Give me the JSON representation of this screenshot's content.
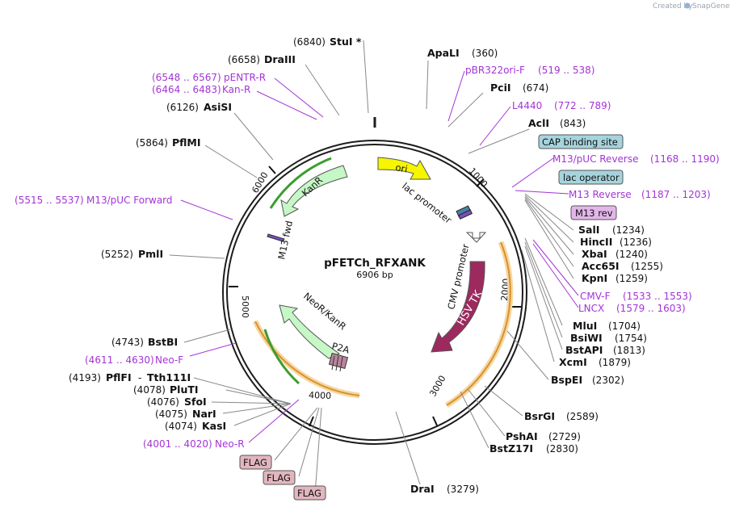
{
  "credit": "Created by",
  "brand": "SnapGene",
  "plasmid": {
    "name": "pFETCh_RFXANK",
    "size": "6906 bp",
    "length": 6906
  },
  "ticks": [
    "1000",
    "2000",
    "3000",
    "4000",
    "5000",
    "6000"
  ],
  "sites_right": [
    {
      "name": "ApaLI",
      "pos": "(360)"
    },
    {
      "name": "PciI",
      "pos": "(674)"
    },
    {
      "name": "AclI",
      "pos": "(843)"
    },
    {
      "name": "SalI",
      "pos": "(1234)"
    },
    {
      "name": "HincII",
      "pos": "(1236)"
    },
    {
      "name": "XbaI",
      "pos": "(1240)"
    },
    {
      "name": "Acc65I",
      "pos": "(1255)"
    },
    {
      "name": "KpnI",
      "pos": "(1259)"
    },
    {
      "name": "MluI",
      "pos": "(1704)"
    },
    {
      "name": "BsiWI",
      "pos": "(1754)"
    },
    {
      "name": "BstAPI",
      "pos": "(1813)"
    },
    {
      "name": "XcmI",
      "pos": "(1879)"
    },
    {
      "name": "BspEI",
      "pos": "(2302)"
    },
    {
      "name": "BsrGI",
      "pos": "(2589)"
    },
    {
      "name": "PshAI",
      "pos": "(2729)"
    },
    {
      "name": "BstZ17I",
      "pos": "(2830)"
    },
    {
      "name": "DraI",
      "pos": "(3279)"
    }
  ],
  "sites_left": [
    {
      "name": "StuI *",
      "pos": "(6840)"
    },
    {
      "name": "DraIII",
      "pos": "(6658)"
    },
    {
      "name": "AsiSI",
      "pos": "(6126)"
    },
    {
      "name": "PflMI",
      "pos": "(5864)"
    },
    {
      "name": "PmlI",
      "pos": "(5252)"
    },
    {
      "name": "BstBI",
      "pos": "(4743)"
    },
    {
      "name": "PflFI",
      "pos": "(4193)"
    },
    {
      "name": "Tth111I",
      "pos": ""
    },
    {
      "name": "PluTI",
      "pos": "(4078)"
    },
    {
      "name": "SfoI",
      "pos": "(4076)"
    },
    {
      "name": "NarI",
      "pos": "(4075)"
    },
    {
      "name": "KasI",
      "pos": "(4074)"
    }
  ],
  "primers": [
    {
      "name": "pBR322ori-F",
      "range": "(519 .. 538)"
    },
    {
      "name": "L4440",
      "range": "(772 .. 789)"
    },
    {
      "name": "M13/pUC Reverse",
      "range": "(1168 .. 1190)"
    },
    {
      "name": "M13 Reverse",
      "range": "(1187 .. 1203)"
    },
    {
      "name": "CMV-F",
      "range": "(1533 .. 1553)"
    },
    {
      "name": "LNCX",
      "range": "(1579 .. 1603)"
    },
    {
      "name": "pENTR-R",
      "range": "(6548 .. 6567)"
    },
    {
      "name": "Kan-R",
      "range": "(6464 .. 6483)"
    },
    {
      "name": "M13/pUC Forward",
      "range": "(5515 .. 5537)"
    },
    {
      "name": "Neo-F",
      "range": "(4611 .. 4630)"
    },
    {
      "name": "Neo-R",
      "range": "(4001 .. 4020)"
    }
  ],
  "boxed_features": [
    {
      "name": "CAP binding site",
      "color": "#a6d4de"
    },
    {
      "name": "lac operator",
      "color": "#a6d4de"
    },
    {
      "name": "M13 rev",
      "color": "#e3b6ea"
    },
    {
      "name": "FLAG",
      "color": "#e2b6bf"
    },
    {
      "name": "FLAG",
      "color": "#e2b6bf"
    },
    {
      "name": "FLAG",
      "color": "#e2b6bf"
    }
  ],
  "features": [
    {
      "name": "ori",
      "color": "#f6f600"
    },
    {
      "name": "lac promoter",
      "color": "#ffffff"
    },
    {
      "name": "KanR",
      "color": "#c6f7c6"
    },
    {
      "name": "M13 fwd",
      "color": "#7a4fbf"
    },
    {
      "name": "CMV promoter",
      "color": "#ffffff"
    },
    {
      "name": "HSV TK",
      "color": "#9c2a5e"
    },
    {
      "name": "NeoR/KanR",
      "color": "#c6f7c6"
    },
    {
      "name": "P2A",
      "color": "#b9859d"
    }
  ],
  "colors": {
    "primer": "#a334d6",
    "backbone": "#1c1c1c",
    "orange_arc": "#d9902a",
    "green_arc": "#3c9d2e"
  }
}
